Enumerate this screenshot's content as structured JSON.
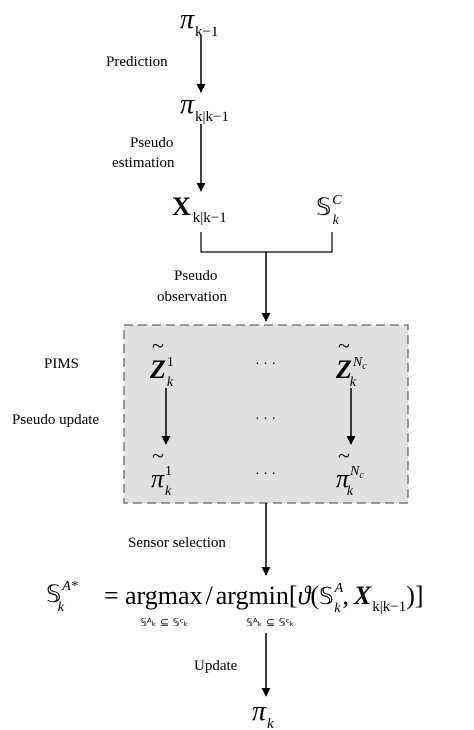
{
  "diagram": {
    "nodes": {
      "pi_prev": {
        "symbol": "π",
        "sub": "k−1"
      },
      "pi_pred": {
        "symbol": "π",
        "sub": "k|k−1"
      },
      "x_pred": {
        "symbol": "X",
        "sub": "k|k−1"
      },
      "s_candidate": {
        "symbol": "𝕊",
        "sub": "k",
        "sup": "C"
      },
      "z_first": {
        "symbol": "Z",
        "sub": "k",
        "sup": "1"
      },
      "z_last": {
        "symbol": "Z",
        "sub": "k",
        "sup": "N",
        "sup_sub": "c"
      },
      "pi_first": {
        "symbol": "π",
        "sub": "k",
        "sup": "1"
      },
      "pi_last": {
        "symbol": "π",
        "sub": "k",
        "sup": "N",
        "sup_sub": "c"
      },
      "pi_final": {
        "symbol": "π",
        "sub": "k"
      },
      "ellipsis": "· · ·"
    },
    "labels": {
      "prediction": "Prediction",
      "pseudo_estimation_1": "Pseudo",
      "pseudo_estimation_2": "estimation",
      "pseudo_observation_1": "Pseudo",
      "pseudo_observation_2": "observation",
      "pims": "PIMS",
      "pseudo_update": "Pseudo update",
      "sensor_selection": "Sensor selection",
      "update": "Update"
    },
    "equation": {
      "lhs_symbol": "𝕊",
      "lhs_sub": "k",
      "lhs_sup": "A*",
      "equals": "=",
      "op1": "argmax",
      "slash": "/",
      "op2": "argmin",
      "op_sub": "𝕊ᴬₖ ⊆ 𝕊ᶜₖ",
      "func": "ϑ",
      "arg1_symbol": "𝕊",
      "arg1_sub": "k",
      "arg1_sup": "A",
      "comma": ",",
      "arg2_symbol": "X",
      "arg2_sub": "k|k−1",
      "open_bracket": "[",
      "close_bracket": "]",
      "open_paren": "(",
      "close_paren": ")"
    },
    "colors": {
      "box_fill": "#e0e0e0",
      "box_stroke": "#7a7a7a",
      "line": "#000000"
    }
  }
}
